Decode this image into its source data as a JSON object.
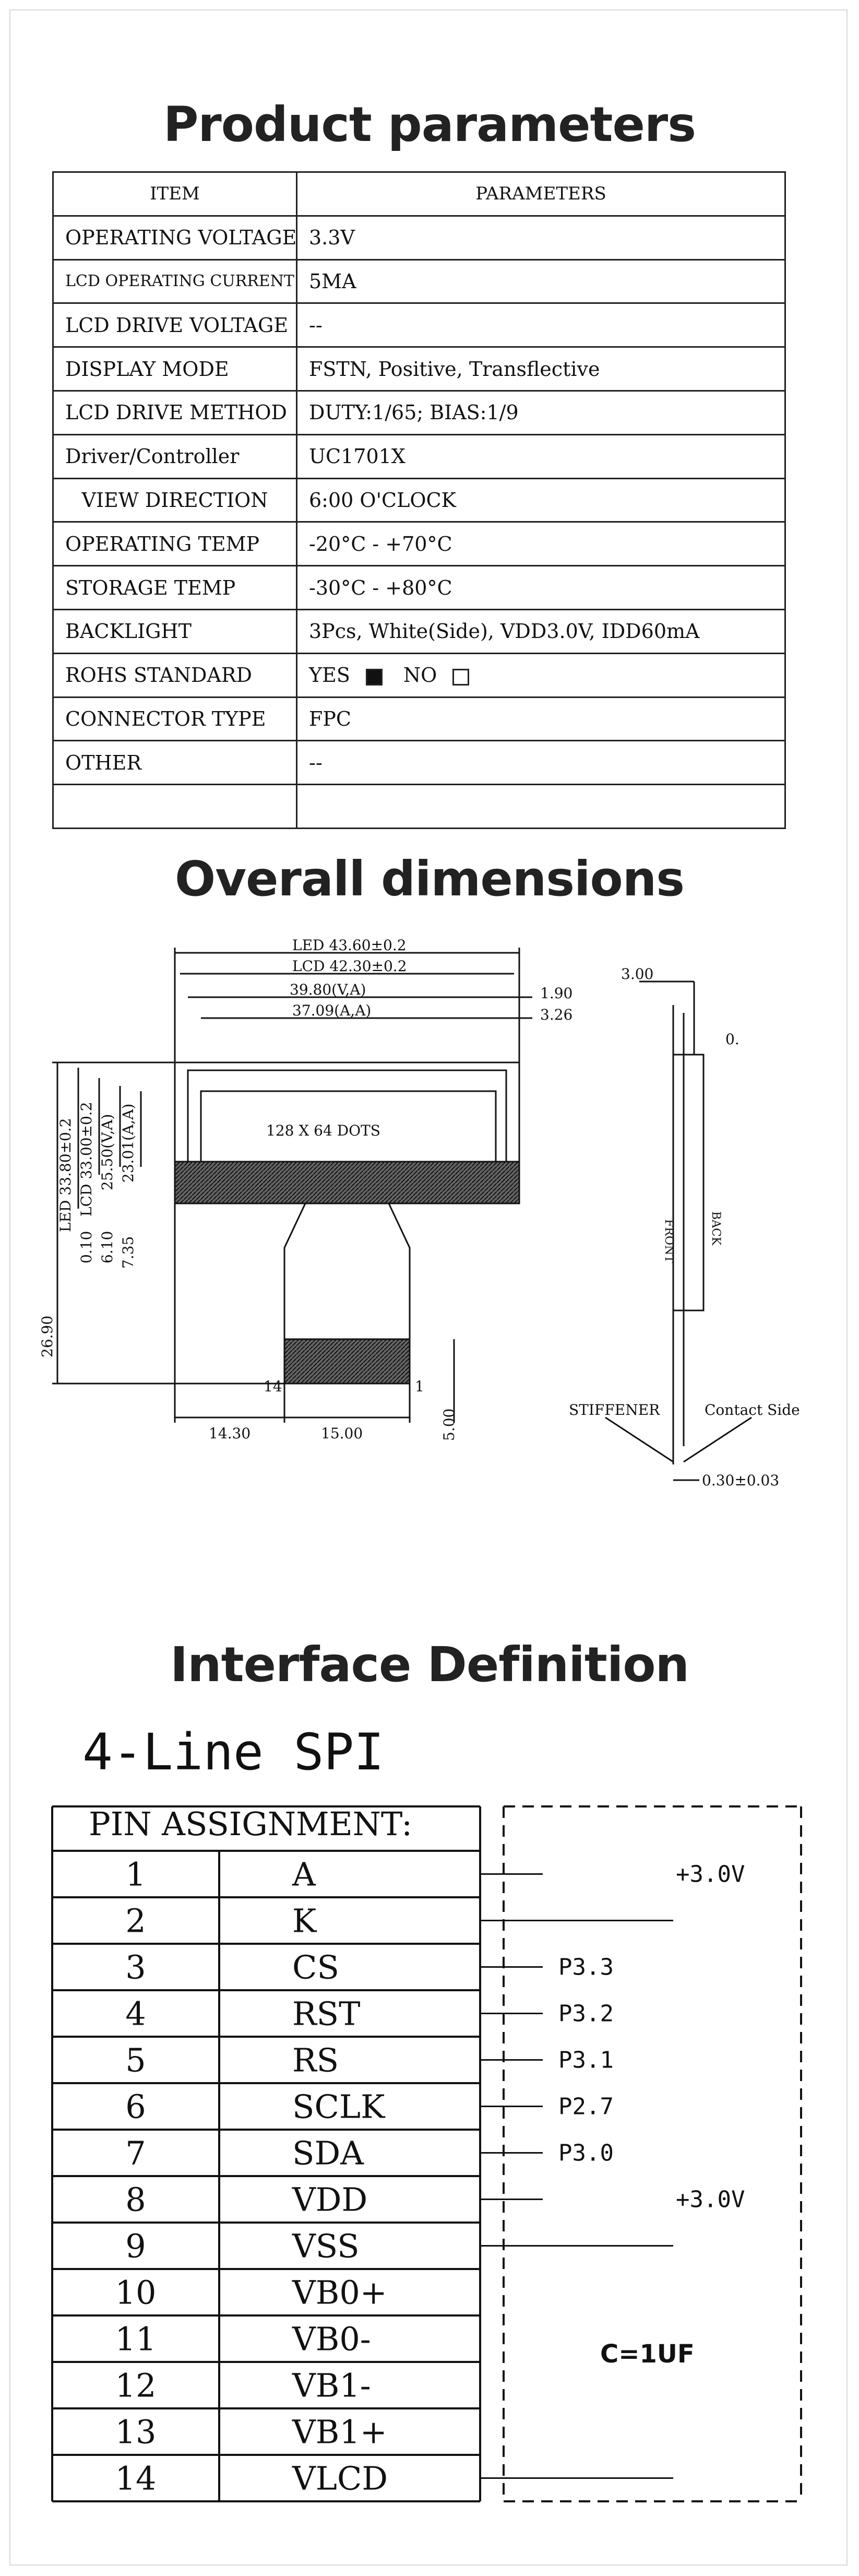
{
  "titles": {
    "params": "Product parameters",
    "dimensions": "Overall dimensions",
    "interface": "Interface Definition"
  },
  "params": {
    "header": [
      "ITEM",
      "PARAMETERS"
    ],
    "rows": [
      {
        "item": "OPERATING VOLTAGE",
        "value": "3.3V"
      },
      {
        "item": "LCD OPERATING CURRENT",
        "value": "5MA"
      },
      {
        "item": "LCD DRIVE VOLTAGE",
        "value": "--"
      },
      {
        "item": "DISPLAY MODE",
        "value": "FSTN, Positive, Transflective"
      },
      {
        "item": "LCD DRIVE METHOD",
        "value": "DUTY:1/65; BIAS:1/9"
      },
      {
        "item": "Driver/Controller",
        "value": "UC1701X"
      },
      {
        "item": "VIEW DIRECTION",
        "value": "6:00 O'CLOCK"
      },
      {
        "item": "OPERATING TEMP",
        "value": "-20°C - +70°C"
      },
      {
        "item": "STORAGE TEMP",
        "value": "-30°C - +80°C"
      },
      {
        "item": "BACKLIGHT",
        "value": "3Pcs, White(Side), VDD3.0V, IDD60mA"
      },
      {
        "item": "ROHS STANDARD",
        "value": ""
      },
      {
        "item": "CONNECTOR TYPE",
        "value": "FPC"
      },
      {
        "item": "OTHER",
        "value": "--"
      },
      {
        "item": "",
        "value": ""
      }
    ],
    "rohs": {
      "yes": "YES",
      "no": "NO",
      "yes_checked": true,
      "no_checked": false
    }
  },
  "dimensions": {
    "led_w": "LED 43.60±0.2",
    "lcd_w": "LCD 42.30±0.2",
    "va_w": "39.80(V,A)",
    "aa_w": "37.09(A,A)",
    "right_1": "1.90",
    "right_2": "3.26",
    "led_h": "LED 33.80±0.2",
    "lcd_h": "LCD 33.00±0.2",
    "va_h": "25.50(V,A)",
    "aa_h": "23.01(A,A)",
    "v1": "0.10",
    "v2": "6.10",
    "v3": "7.35",
    "total_h": "26.90",
    "dots": "128 X 64 DOTS",
    "fpc_left": "14.30",
    "fpc_w": "15.00",
    "fpc_tail": "5.00",
    "pin14": "14",
    "pin1": "1",
    "side_300": "3.00",
    "side_0": "0.",
    "front": "FRONT",
    "back": "BACK",
    "stiffener": "STIFFENER",
    "contact": "Contact Side",
    "thick": "0.30±0.03"
  },
  "interface": {
    "mode": "4-Line SPI",
    "header": "PIN ASSIGNMENT:",
    "pins": [
      {
        "no": "1",
        "name": "A",
        "net": "+3.0V"
      },
      {
        "no": "2",
        "name": "K",
        "net": ""
      },
      {
        "no": "3",
        "name": "CS",
        "net": "P3.3"
      },
      {
        "no": "4",
        "name": "RST",
        "net": "P3.2"
      },
      {
        "no": "5",
        "name": "RS",
        "net": "P3.1"
      },
      {
        "no": "6",
        "name": "SCLK",
        "net": "P2.7"
      },
      {
        "no": "7",
        "name": "SDA",
        "net": "P3.0"
      },
      {
        "no": "8",
        "name": "VDD",
        "net": "+3.0V"
      },
      {
        "no": "9",
        "name": "VSS",
        "net": ""
      },
      {
        "no": "10",
        "name": "VB0+",
        "net": ""
      },
      {
        "no": "11",
        "name": "VB0-",
        "net": ""
      },
      {
        "no": "12",
        "name": "VB1-",
        "net": ""
      },
      {
        "no": "13",
        "name": "VB1+",
        "net": ""
      },
      {
        "no": "14",
        "name": "VLCD",
        "net": ""
      }
    ],
    "cap": "C=1UF"
  }
}
